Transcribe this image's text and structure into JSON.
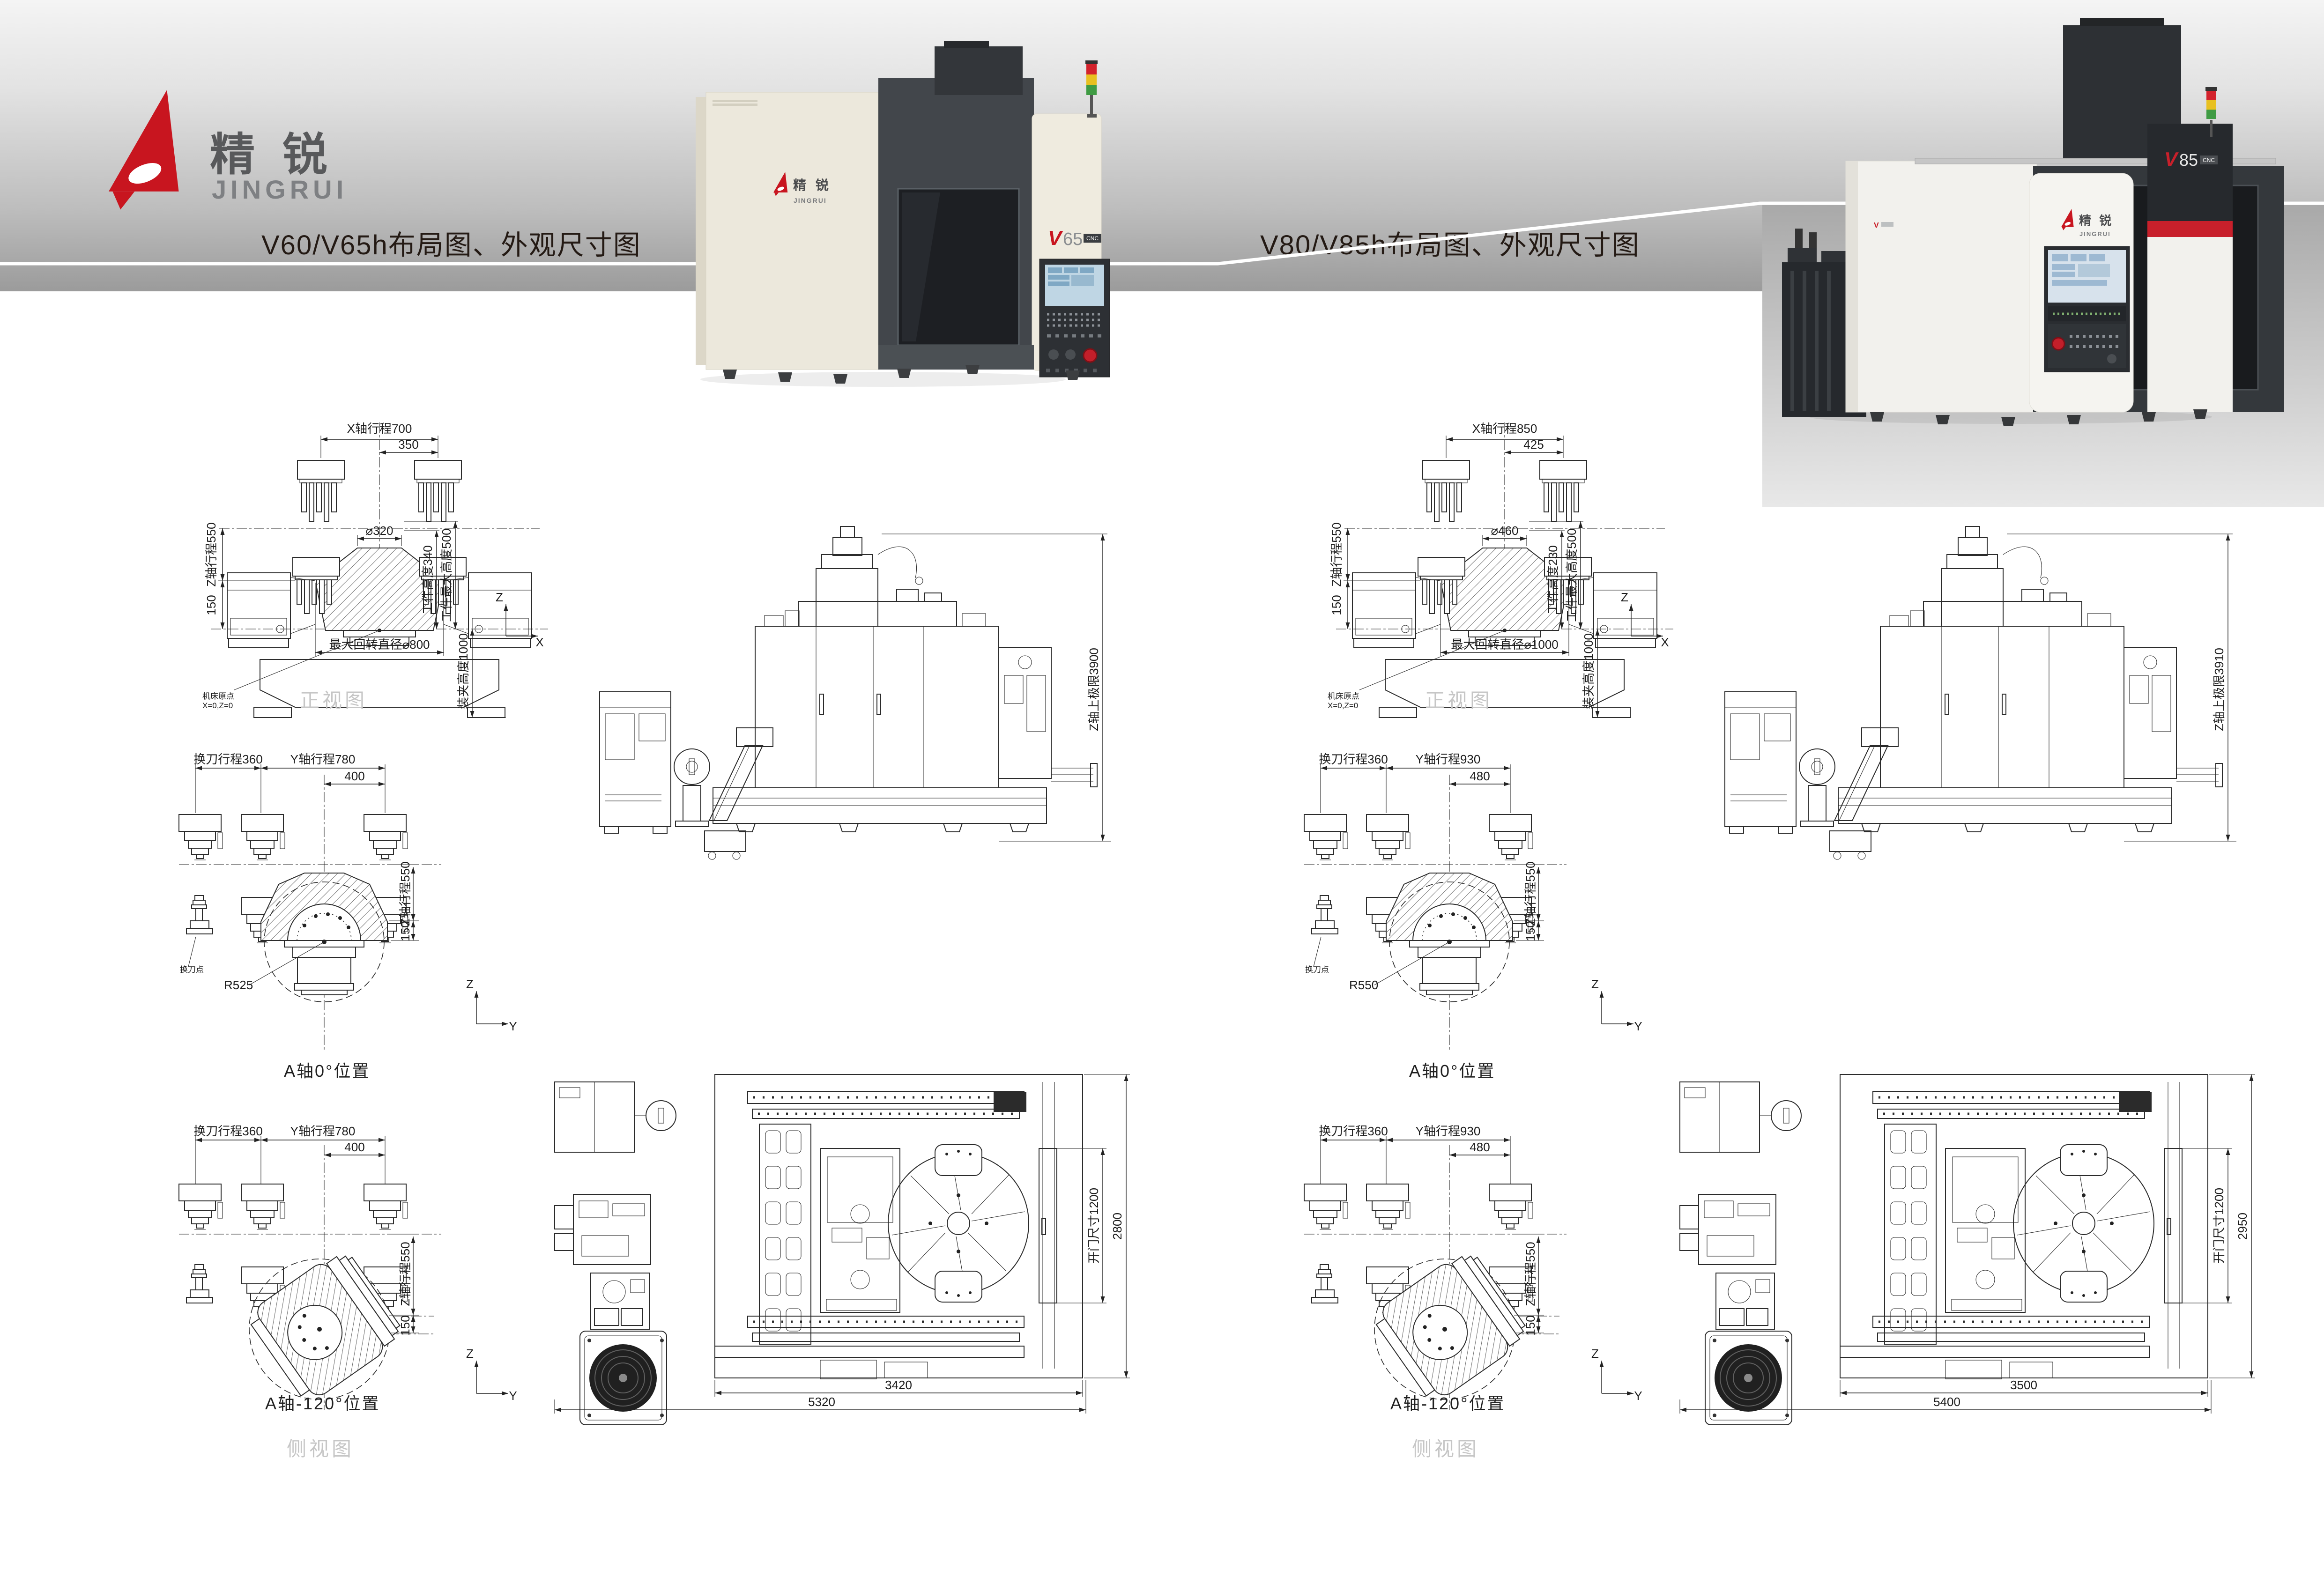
{
  "page": {
    "title_left": "V60/V65h布局图、外观尺寸图",
    "title_right": "V80/V85h布局图、外观尺寸图"
  },
  "brand": {
    "logo_cn": "精 锐",
    "logo_en": "JINGRUI",
    "red": "#c8151f"
  },
  "machines": {
    "left": {
      "logo_cn": "精 锐",
      "logo_en": "JINGRUI",
      "badge_v": "V",
      "badge_model": "65",
      "badge_cnc": "CNC"
    },
    "right": {
      "logo_cn": "精 锐",
      "logo_en": "JINGRUI",
      "badge_v": "V",
      "badge_model": "85",
      "badge_cnc": "CNC"
    }
  },
  "views": {
    "left": {
      "front": {
        "caption": "正视图",
        "x_travel": "X轴行程700",
        "center_off": "350",
        "spindle_dia": "⌀320",
        "z_travel": "Z轴行程550",
        "step": "150",
        "work_h": "工件高度340",
        "work_max_h": "工件最大高度500",
        "swing": "最大回转直径⌀800",
        "clamp_h": "装夹高度1000",
        "origin_1": "机床原点",
        "origin_2": "X=0,Z=0",
        "axis_v": "Z",
        "axis_h": "X"
      },
      "a0": {
        "caption": "A轴0°位置",
        "tool_travel": "换刀行程360",
        "y_travel": "Y轴行程780",
        "center_off": "400",
        "z_travel": "Z轴行程550",
        "step": "150",
        "radius": "R525",
        "tool_point": "换刀点",
        "axis_v": "Z",
        "axis_h": "Y"
      },
      "a120": {
        "caption": "A轴-120°位置",
        "tool_travel": "换刀行程360",
        "y_travel": "Y轴行程780",
        "center_off": "400",
        "z_travel": "Z轴行程550",
        "step": "150",
        "axis_v": "Z",
        "axis_h": "Y"
      },
      "side": {
        "z_upper": "Z轴上极限3900"
      },
      "plan": {
        "caption": "侧视图",
        "door": "开门尺寸1200",
        "depth": "2800",
        "width_machine": "3420",
        "width_total": "5320"
      }
    },
    "right": {
      "front": {
        "caption": "正视图",
        "x_travel": "X轴行程850",
        "center_off": "425",
        "spindle_dia": "⌀460",
        "z_travel": "Z轴行程550",
        "step": "150",
        "work_h": "工件高度230",
        "work_max_h": "工件最大高度500",
        "swing": "最大回转直径⌀1000",
        "clamp_h": "装夹高度1000",
        "origin_1": "机床原点",
        "origin_2": "X=0,Z=0",
        "axis_v": "Z",
        "axis_h": "X"
      },
      "a0": {
        "caption": "A轴0°位置",
        "tool_travel": "换刀行程360",
        "y_travel": "Y轴行程930",
        "center_off": "480",
        "z_travel": "Z轴行程550",
        "step": "150",
        "radius": "R550",
        "tool_point": "换刀点",
        "axis_v": "Z",
        "axis_h": "Y"
      },
      "a120": {
        "caption": "A轴-120°位置",
        "tool_travel": "换刀行程360",
        "y_travel": "Y轴行程930",
        "center_off": "480",
        "z_travel": "Z轴行程550",
        "step": "150",
        "axis_v": "Z",
        "axis_h": "Y"
      },
      "side": {
        "z_upper": "Z轴上极限3910"
      },
      "plan": {
        "caption": "侧视图",
        "door": "开门尺寸1200",
        "depth": "2950",
        "width_machine": "3500",
        "width_total": "5400"
      }
    }
  }
}
